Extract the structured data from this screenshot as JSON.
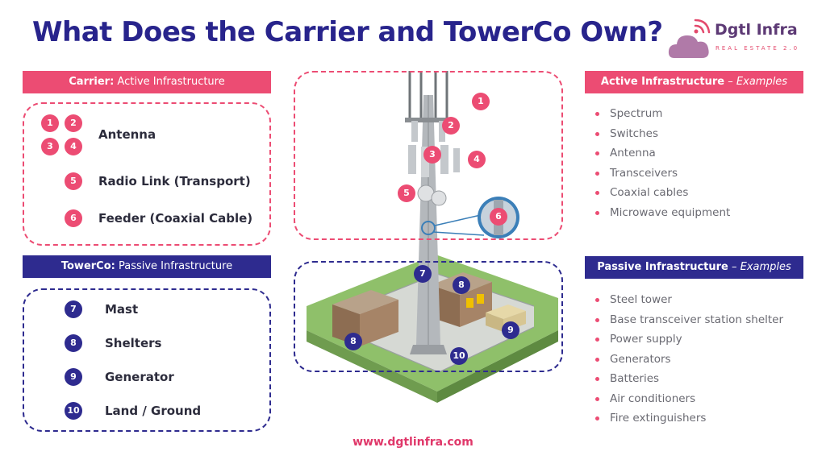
{
  "title": "What Does the Carrier and TowerCo Own?",
  "logo": {
    "name": "Dgtl Infra",
    "tagline": "REAL ESTATE 2.0",
    "icon": "cloud-wifi-icon"
  },
  "carrier": {
    "header_bold": "Carrier:",
    "header_rest": " Active Infrastructure",
    "items": [
      {
        "nums": [
          "1",
          "2",
          "3",
          "4"
        ],
        "label": "Antenna"
      },
      {
        "nums": [
          "5"
        ],
        "label": "Radio Link (Transport)"
      },
      {
        "nums": [
          "6"
        ],
        "label": "Feeder (Coaxial Cable)"
      }
    ]
  },
  "towerco": {
    "header_bold": "TowerCo:",
    "header_rest": " Passive Infrastructure",
    "items": [
      {
        "num": "7",
        "label": "Mast"
      },
      {
        "num": "8",
        "label": "Shelters"
      },
      {
        "num": "9",
        "label": "Generator"
      },
      {
        "num": "10",
        "label": "Land / Ground"
      }
    ]
  },
  "active_examples": {
    "header_bold": "Active Infrastructure",
    "header_sep": " – ",
    "header_italic": "Examples",
    "items": [
      "Spectrum",
      "Switches",
      "Antenna",
      "Transceivers",
      "Coaxial cables",
      "Microwave equipment"
    ]
  },
  "passive_examples": {
    "header_bold": "Passive Infrastructure",
    "header_sep": " – ",
    "header_italic": "Examples",
    "items": [
      "Steel tower",
      "Base transceiver station shelter",
      "Power supply",
      "Generators",
      "Batteries",
      "Air conditioners",
      "Fire extinguishers"
    ]
  },
  "diagram_markers": [
    "1",
    "2",
    "3",
    "4",
    "5",
    "6",
    "7",
    "8",
    "8",
    "9",
    "10"
  ],
  "colors": {
    "pink": "#ec4c73",
    "navy": "#2e2b8f",
    "title": "#28248c"
  },
  "footer_url": "www.dgtlinfra.com"
}
